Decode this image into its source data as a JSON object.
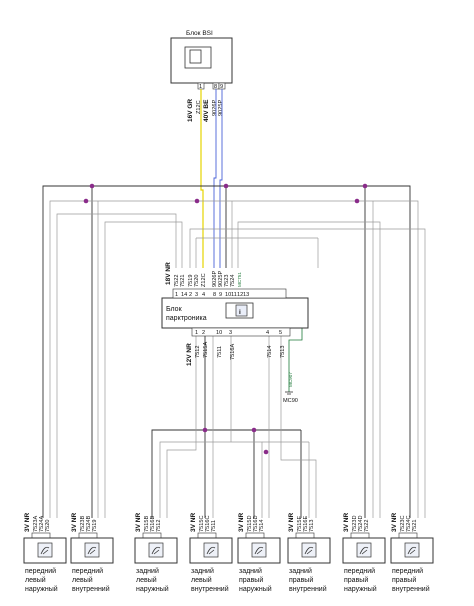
{
  "bsi": {
    "title": "Блок BSI",
    "pin_labels": [
      "Z12C",
      "9026P",
      "9025P"
    ],
    "pin_numbers": [
      "1",
      "8",
      "9"
    ],
    "wire_labels": [
      "16V GR",
      "40V BE"
    ]
  },
  "ecu": {
    "title_line1": "Блок",
    "title_line2": "парктроника",
    "top_connector": "18V NR",
    "top_pins": [
      "7522",
      "7521",
      "7519",
      "7520",
      "Z12C",
      "9026P",
      "9025P",
      "7523",
      "7524",
      "MC751"
    ],
    "top_pin_numbers": [
      "1",
      "14",
      "2",
      "3",
      "4",
      "8",
      "9",
      "10",
      "11",
      "12",
      "13"
    ],
    "bottom_connector": "12V NR",
    "bottom_pins": [
      "7512",
      "7515A",
      "7511",
      "7516A",
      "7514",
      "7513"
    ],
    "bottom_pin_numbers": [
      "1",
      "2",
      "10",
      "3",
      "4",
      "5"
    ],
    "ground_wire": "MC907",
    "ground_label": "MC90"
  },
  "sensors": [
    {
      "connector": "3V NR",
      "wires": [
        "7523A",
        "7524A",
        "7520"
      ],
      "caption": [
        "передний",
        "левый",
        "наружный"
      ],
      "icon": "front-left-outer-sensor-icon"
    },
    {
      "connector": "3V NR",
      "wires": [
        "7523B",
        "7524B",
        "7519"
      ],
      "caption": [
        "передний",
        "левый",
        "внутренний"
      ],
      "icon": "front-left-inner-sensor-icon"
    },
    {
      "connector": "3V NR",
      "wires": [
        "7515B",
        "7516B",
        "7512"
      ],
      "caption": [
        "задний",
        "левый",
        "наружный"
      ],
      "icon": "rear-left-outer-sensor-icon"
    },
    {
      "connector": "3V NR",
      "wires": [
        "7515C",
        "7516C",
        "7511"
      ],
      "caption": [
        "задний",
        "левый",
        "внутренний"
      ],
      "icon": "rear-left-inner-sensor-icon"
    },
    {
      "connector": "3V NR",
      "wires": [
        "7515D",
        "7516D",
        "7514"
      ],
      "caption": [
        "задний",
        "правый",
        "наружный"
      ],
      "icon": "rear-right-outer-sensor-icon"
    },
    {
      "connector": "3V NR",
      "wires": [
        "7515E",
        "7516E",
        "7513"
      ],
      "caption": [
        "задний",
        "правый",
        "внутренний"
      ],
      "icon": "rear-right-inner-sensor-icon"
    },
    {
      "connector": "3V NR",
      "wires": [
        "7523D",
        "7524D",
        "7522"
      ],
      "caption": [
        "передний",
        "правый",
        "наружный"
      ],
      "icon": "front-right-outer-sensor-icon"
    },
    {
      "connector": "3V NR",
      "wires": [
        "7523C",
        "7524C",
        "7521"
      ],
      "caption": [
        "передний",
        "правый",
        "внутренний"
      ],
      "icon": "front-right-inner-sensor-icon"
    }
  ],
  "colors": {
    "wire_yellow": "#e6d400",
    "wire_blue": "#4a62d8",
    "wire_ground": "#1f7a3a",
    "splice_dot": "#8a2c8a"
  }
}
